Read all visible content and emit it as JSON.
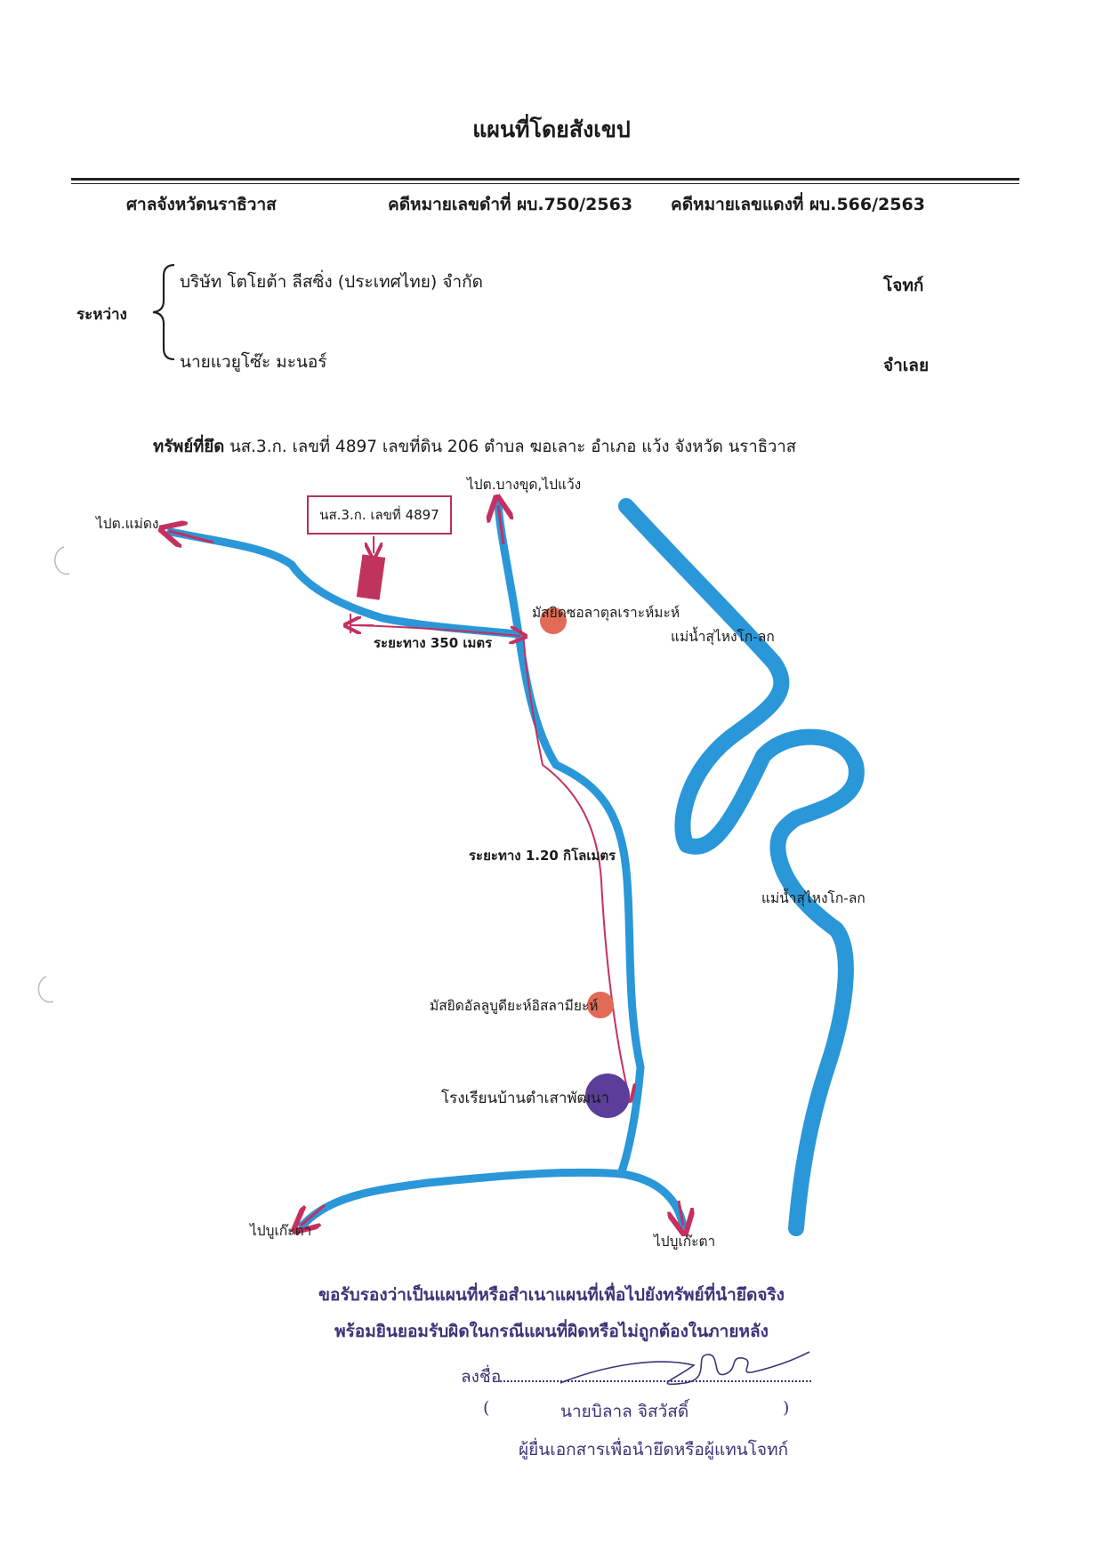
{
  "title": "แผนที่โดยสังเขป",
  "header": {
    "court": "ศาลจังหวัดนราธิวาส",
    "black_case": "คดีหมายเลขดำที่ ผบ.750/2563",
    "red_case": "คดีหมายเลขแดงที่ ผบ.566/2563"
  },
  "parties": {
    "between_label": "ระหว่าง",
    "plaintiff_name": "บริษัท โตโยต้า ลีสซิ่ง (ประเทศไทย) จำกัด",
    "plaintiff_role": "โจทก์",
    "defendant_name": "นายแวยูโซ๊ะ มะนอร์",
    "defendant_role": "จำเลย"
  },
  "asset": {
    "label": "ทรัพย์ที่ยึด",
    "detail": "นส.3.ก. เลขที่ 4897 เลขที่ดิน 206 ตำบล ฆอเลาะ อำเภอ แว้ง จังหวัด นราธิวาส"
  },
  "map": {
    "colors": {
      "road": "#2a97d8",
      "river": "#2a97d8",
      "route": "#c4305f",
      "mosque": "#e26b55",
      "school": "#5a3e9a"
    },
    "land_label": "นส.3.ก. เลขที่ 4897",
    "to_maedong": "ไปต.แม่ดง",
    "to_bangkhut": "ไปต.บางขุด,ไปแว้ง",
    "mosque_1": "มัสยิดซอลาตุลเราะห์มะห์",
    "river_1": "แม่น้ำสุไหงโก-ลก",
    "river_2": "แม่น้ำสุไหงโก-ลก",
    "distance_1": "ระยะทาง 350 เมตร",
    "distance_2": "ระยะทาง 1.20 กิโลเมตร",
    "mosque_2": "มัสยิดอัลลูบูดียะห์อิสลามียะห์",
    "school": "โรงเรียนบ้านตำเสาพัฒนา",
    "to_bukieta_left": "ไปบูเก๊ะตา",
    "to_bukieta_right": "ไปบูเก๊ะตา"
  },
  "certification": {
    "line1": "ขอรับรองว่าเป็นแผนที่หรือสำเนาแผนที่เพื่อไปยังทรัพย์ที่นำยึดจริง",
    "line2": "พร้อมยินยอมรับผิดในกรณีแผนที่ผิดหรือไม่ถูกต้องในภายหลัง",
    "sign_label": "ลงชื่อ",
    "signer_name": "นายบิลาล จิสวัสดิ์",
    "signer_role": "ผู้ยื่นเอกสารเพื่อนำยึดหรือผู้แทนโจทก์"
  }
}
